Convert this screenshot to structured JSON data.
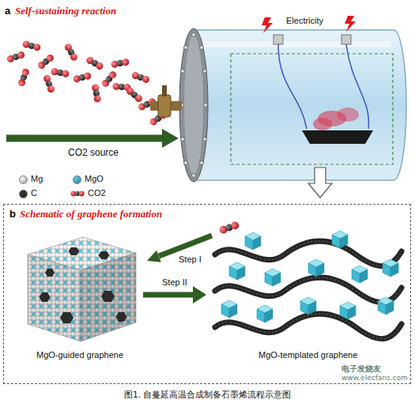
{
  "diagram": {
    "caption": "图1. 自蔓延高温合成制备石墨烯流程示意图",
    "nodes": [
      {
        "text": [
          "b",
          "Schematic of graphene formation"
        ]
      },
      {
        "text": [
          "MgO-guided graphene"
        ],
        "in": 0
      },
      {
        "text": [
          "MgO-templated graphene"
        ],
        "in": 0
      }
    ],
    "edges": [
      {
        "from": 1,
        "to": 2,
        "label": "Step II",
        "arrow": "to"
      }
    ],
    "labels": [
      "a",
      "Self-sustaining reaction",
      "Electricity",
      "CO2 source",
      "Step I",
      "电子发烧友",
      "www.elecfans.com"
    ],
    "legend": [
      {
        "text": "Mg",
        "color": "#eeeeee"
      },
      {
        "text": "MgO",
        "color": "#4fc3dc"
      },
      {
        "text": "C",
        "color": "#333333"
      },
      {
        "text": "CO2"
      }
    ]
  }
}
